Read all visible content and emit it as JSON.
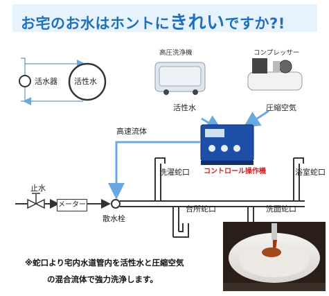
{
  "header": {
    "title_pre": "お宅のお水はホントに",
    "title_emph": "きれい",
    "title_post": "ですか?!"
  },
  "labels": {
    "activator": "活水器",
    "active_water_circle": "活性水",
    "hp_washer": "高圧洗浄機",
    "compressor": "コンプレッサー",
    "active_water": "活性水",
    "compressed_air": "圧縮空気",
    "high_speed_fluid": "高速流体",
    "controller": "コントロール操作機",
    "laundry_tap": "洗濯蛇口",
    "bath_tap": "浴室蛇口",
    "stop_valve": "止水",
    "meter": "メーター",
    "sprinkler_tap": "散水栓",
    "kitchen_tap": "台所蛇口",
    "washbasin_tap": "洗面蛇口"
  },
  "note": {
    "line1": "※蛇口より宅内水道管内を活性水と圧縮空気",
    "line2": "の混合流体で強力洗浄します。"
  },
  "colors": {
    "title": "#1f6fbf",
    "flow_arrow": "#6aa8e0",
    "pipe": "#333333",
    "controller_body": "#1d4fa8",
    "controller_label": "#d42020"
  }
}
